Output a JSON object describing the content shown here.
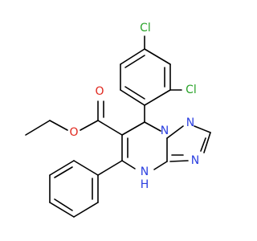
{
  "colors": {
    "background": "#ffffff",
    "carbon_bond": "#000000",
    "nitrogen": "#2b3fe0",
    "oxygen": "#e0261c",
    "chlorine": "#29a329"
  },
  "labels": {
    "cl_top": "Cl",
    "cl_right": "Cl",
    "o_carbonyl": "O",
    "o_ester": "O",
    "n_1": "N",
    "n_2": "N",
    "n_3": "N",
    "nh": "N",
    "nh_h": "H"
  }
}
